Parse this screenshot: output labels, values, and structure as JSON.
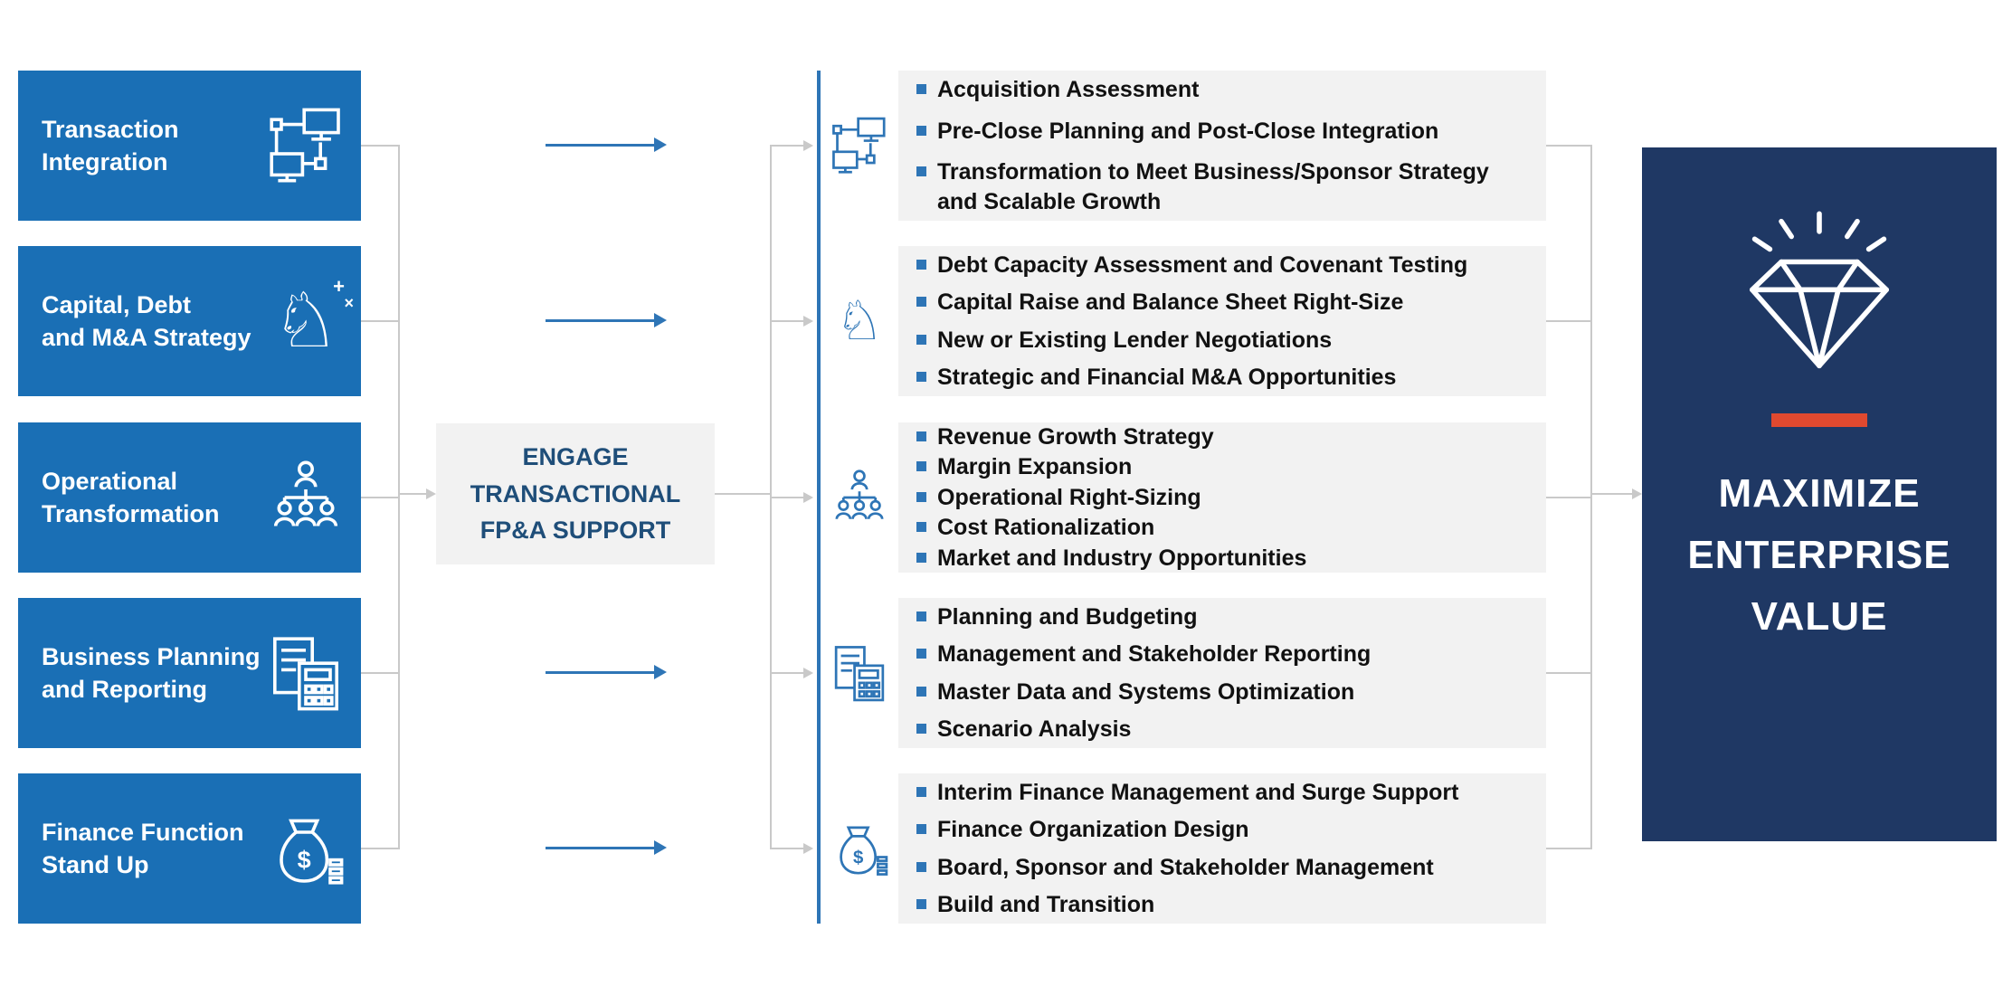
{
  "colors": {
    "primary_blue": "#1a6fb5",
    "accent_blue": "#2e75b6",
    "navy": "#1f3864",
    "red_accent": "#e0492f",
    "panel_gray": "#f2f2f2",
    "connector_gray": "#c9c9c9"
  },
  "left_column": {
    "items": [
      {
        "label": "Transaction\nIntegration",
        "icon": "transaction-integration-icon"
      },
      {
        "label": "Capital, Debt\nand M&A Strategy",
        "icon": "chess-knight-icon",
        "glyph": "♘",
        "spark_a": "+",
        "spark_b": "×"
      },
      {
        "label": "Operational\nTransformation",
        "icon": "org-people-icon"
      },
      {
        "label": "Business Planning\nand Reporting",
        "icon": "planning-report-icon"
      },
      {
        "label": "Finance Function\nStand Up",
        "icon": "finance-bag-icon"
      }
    ]
  },
  "center": {
    "engage_label": "ENGAGE\nTRANSACTIONAL\nFP&A SUPPORT"
  },
  "service_rows": [
    {
      "icon": "transaction-integration-icon",
      "bullets": [
        "Acquisition Assessment",
        "Pre-Close Planning and Post-Close Integration",
        "Transformation to Meet Business/Sponsor Strategy and Scalable Growth"
      ]
    },
    {
      "icon": "chess-knight-icon",
      "glyph": "♘",
      "bullets": [
        "Debt Capacity Assessment and Covenant Testing",
        "Capital Raise and Balance Sheet Right-Size",
        "New or Existing Lender Negotiations",
        "Strategic and Financial M&A Opportunities"
      ]
    },
    {
      "icon": "org-people-icon",
      "bullets": [
        "Revenue Growth Strategy",
        "Margin Expansion",
        "Operational Right-Sizing",
        "Cost Rationalization",
        "Market and Industry Opportunities"
      ]
    },
    {
      "icon": "planning-report-icon",
      "bullets": [
        "Planning and Budgeting",
        "Management and Stakeholder Reporting",
        "Master Data and Systems Optimization",
        "Scenario Analysis"
      ]
    },
    {
      "icon": "finance-bag-icon",
      "bullets": [
        "Interim Finance Management and Surge Support",
        "Finance Organization Design",
        "Board, Sponsor and Stakeholder Management",
        "Build and Transition"
      ]
    }
  ],
  "outcome": {
    "icon": "diamond-icon",
    "label": "MAXIMIZE\nENTERPRISE\nVALUE"
  }
}
